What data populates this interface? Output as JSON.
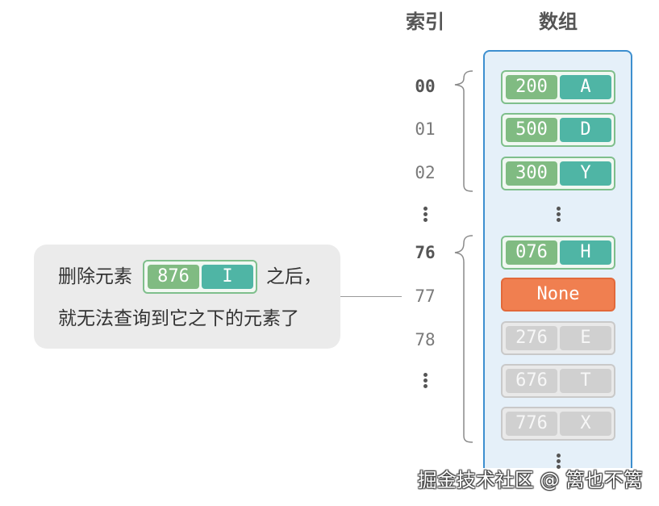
{
  "headers": {
    "index": "索引",
    "array": "数组"
  },
  "indices": [
    {
      "label": "00"
    },
    {
      "label": "01"
    },
    {
      "label": "02"
    },
    {
      "label": "76"
    },
    {
      "label": "77"
    },
    {
      "label": "78"
    }
  ],
  "buckets": [
    {
      "key": "200",
      "value": "A"
    },
    {
      "key": "500",
      "value": "D"
    },
    {
      "key": "300",
      "value": "Y"
    },
    {
      "key": "076",
      "value": "H"
    },
    {
      "label": "None"
    },
    {
      "key": "276",
      "value": "E"
    },
    {
      "key": "676",
      "value": "T"
    },
    {
      "key": "776",
      "value": "X"
    }
  ],
  "callout": {
    "text_before": "删除元素",
    "removed_pair": {
      "key": "876",
      "value": "I"
    },
    "text_after": "之后，",
    "line2": "就无法查询到它之下的元素了"
  },
  "watermark": "掘金技术社区 @ 篱也不篱",
  "colors": {
    "key_cell": "#80bb82",
    "value_cell": "#4fb5a5",
    "pair_border": "#7fbf8c",
    "removed_cell": "#f07f50",
    "removed_border": "#e2693a",
    "greyed_cell": "#d0d0d0",
    "greyed_border": "#c9c9c9",
    "array_fill": "#e5f0f9",
    "array_border": "#3d8fcf",
    "callout_fill": "#ebebeb"
  }
}
